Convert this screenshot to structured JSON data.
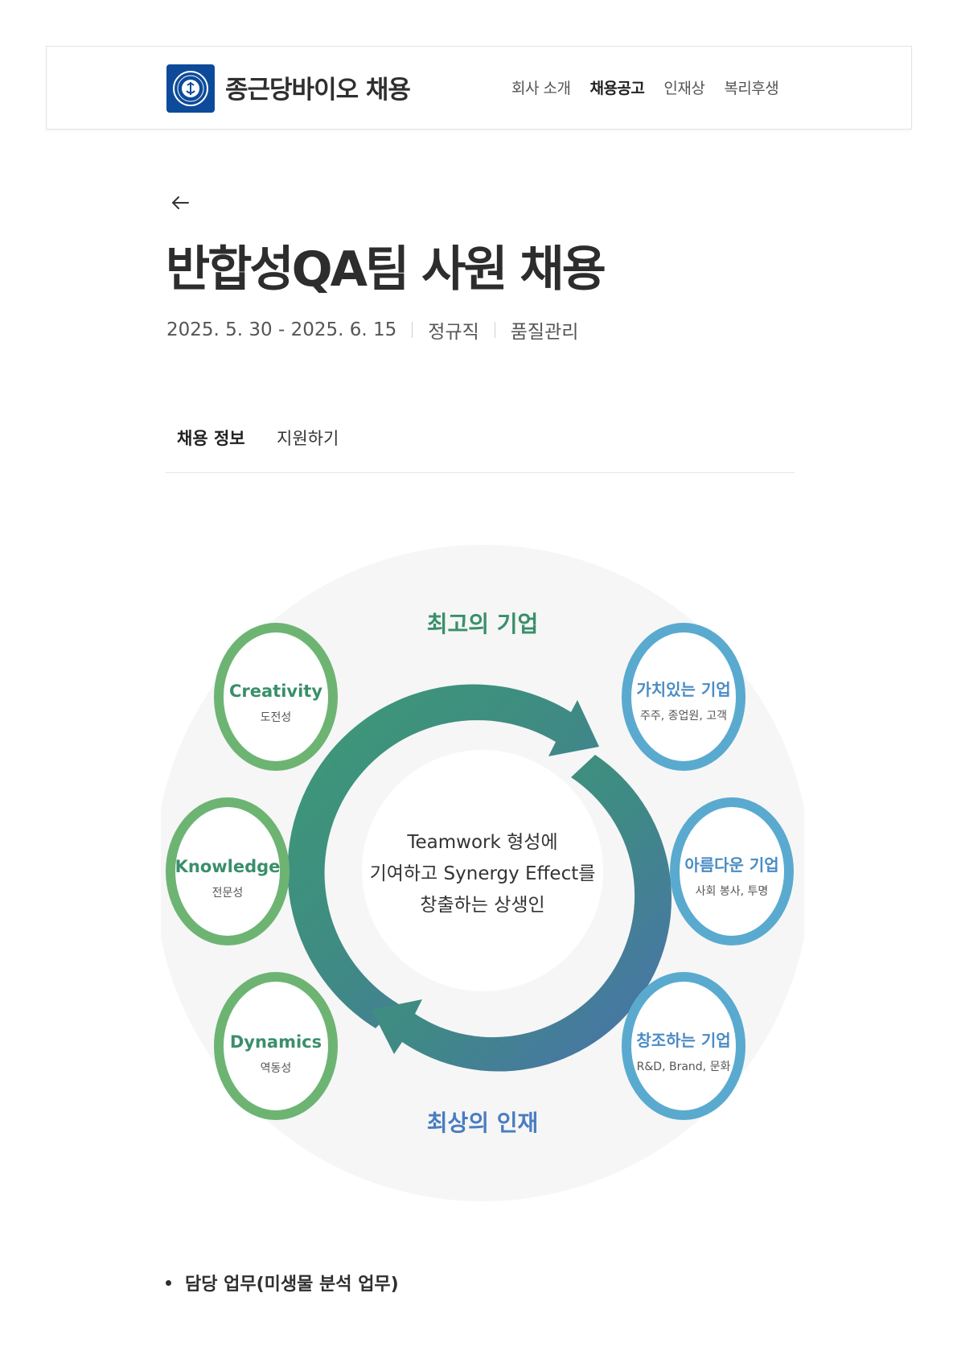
{
  "header": {
    "brand": "종근당바이오 채용",
    "nav": [
      "회사 소개",
      "채용공고",
      "인재상",
      "복리후생"
    ],
    "active_nav": "채용공고"
  },
  "posting": {
    "title": "반합성QA팀 사원 채용",
    "period": "2025. 5. 30 - 2025. 6. 15",
    "employment_type": "정규직",
    "category": "품질관리"
  },
  "tabs": [
    "채용 정보",
    "지원하기"
  ],
  "diagram": {
    "top_label": "최고의 기업",
    "bottom_label": "최상의 인재",
    "center_lines": [
      "Teamwork 형성에",
      "기여하고 Synergy Effect를",
      "창출하는 상생인"
    ],
    "left_circles": [
      {
        "title": "Creativity",
        "subtitle": "도전성"
      },
      {
        "title": "Knowledge",
        "subtitle": "전문성"
      },
      {
        "title": "Dynamics",
        "subtitle": "역동성"
      }
    ],
    "right_circles": [
      {
        "title": "가치있는 기업",
        "subtitle": "주주, 종업원, 고객"
      },
      {
        "title": "아름다운 기업",
        "subtitle": "사회 봉사, 투명"
      },
      {
        "title": "창조하는 기업",
        "subtitle": "R&D, Brand, 문화"
      }
    ],
    "colors": {
      "green": "#6db473",
      "blue": "#5aaad0",
      "green_text": "#3a8f6a",
      "blue_text": "#4a8cc4"
    }
  },
  "content": {
    "bullet_1": "담당 업무(미생물 분석 업무)"
  }
}
